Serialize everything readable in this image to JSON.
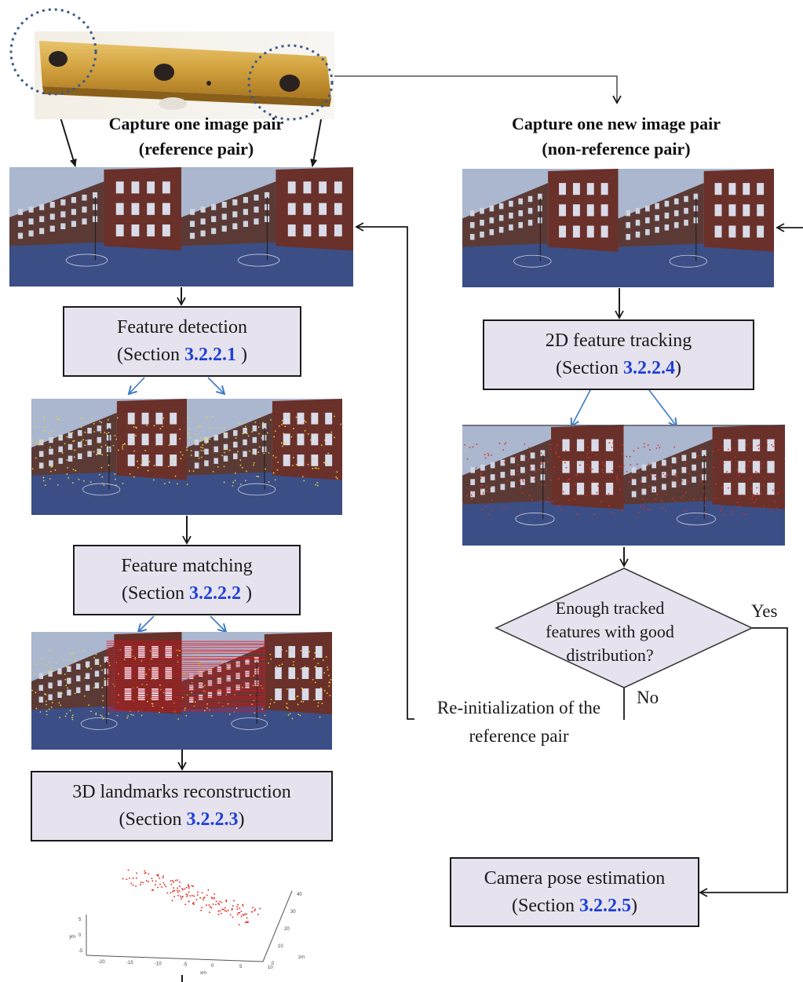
{
  "captions": {
    "reference": [
      "Capture one image pair",
      "(reference pair)"
    ],
    "non_reference": [
      "Capture one new image pair",
      "(non-reference pair)"
    ]
  },
  "boxes": {
    "feature_detection": {
      "title": "Feature detection",
      "prefix": "(Section ",
      "ref": "3.2.2.1",
      "suffix": " )"
    },
    "feature_matching": {
      "title": "Feature matching",
      "prefix": "(Section ",
      "ref": "3.2.2.2",
      "suffix": " )"
    },
    "landmarks": {
      "title": "3D landmarks reconstruction",
      "prefix": "(Section ",
      "ref": "3.2.2.3",
      "suffix": ")"
    },
    "tracking": {
      "title": "2D feature tracking",
      "prefix": "(Section ",
      "ref": "3.2.2.4",
      "suffix": ")"
    },
    "pose": {
      "title": "Camera pose estimation",
      "prefix": "(Section ",
      "ref": "3.2.2.5",
      "suffix": ")"
    }
  },
  "decision": {
    "lines": [
      "Enough tracked",
      "features with good",
      "distribution?"
    ]
  },
  "branches": {
    "yes": "Yes",
    "no": "No"
  },
  "reinit_label": [
    "Re-initialization of the",
    "reference pair"
  ],
  "plot_3d": {
    "y_ticks": [
      "5",
      "0",
      "-5"
    ],
    "y_label": "ym",
    "x_ticks": [
      "-20",
      "-15",
      "-10",
      "-5",
      "0",
      "5",
      "10"
    ],
    "x_label": "xm",
    "z_ticks": [
      "40",
      "30",
      "20",
      "10",
      "0"
    ],
    "z_label": "zm"
  },
  "colors": {
    "box_fill": "#e6e3ee",
    "section_ref": "#1f3fd8",
    "arrow_blue": "#3b7ac9",
    "camera_gold": "#d4a441",
    "match_lines": "#e0101c"
  }
}
